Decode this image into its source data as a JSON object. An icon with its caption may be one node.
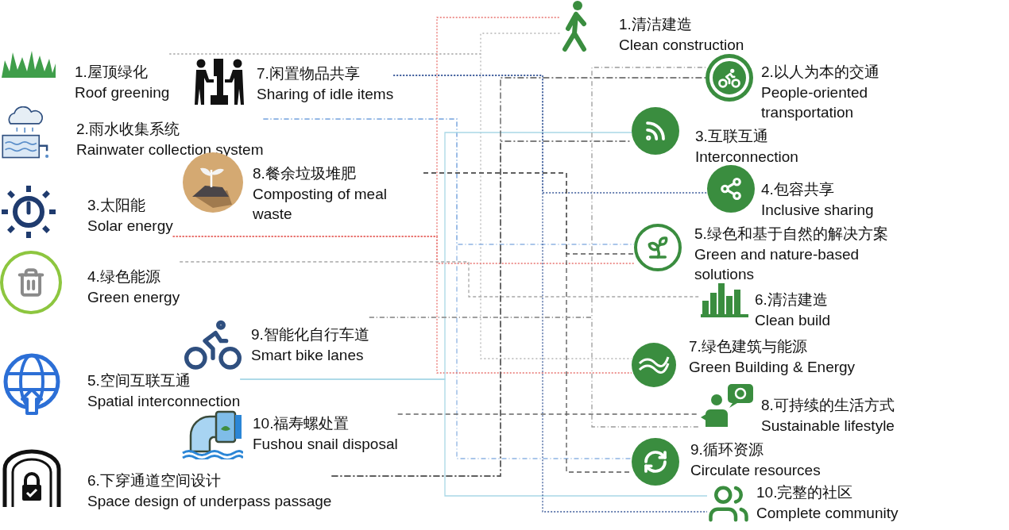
{
  "diagram": {
    "nodes": [
      {
        "text": [
          "1.屋顶绿化",
          "Roof greening"
        ]
      },
      {
        "text": [
          "2.雨水收集系统",
          "Rainwater collection system"
        ]
      },
      {
        "text": [
          "3.太阳能",
          "Solar energy"
        ]
      },
      {
        "text": [
          "4.绿色能源",
          "Green energy"
        ]
      },
      {
        "text": [
          "5.空间互联互通",
          "Spatial interconnection"
        ]
      },
      {
        "text": [
          "6.下穿通道空间设计",
          "Space design of underpass passage"
        ]
      },
      {
        "text": [
          "7.闲置物品共享",
          "Sharing of idle items"
        ]
      },
      {
        "text": [
          "8.餐余垃圾堆肥",
          "Composting of meal waste"
        ]
      },
      {
        "text": [
          "9.智能化自行车道",
          "Smart bike lanes"
        ]
      },
      {
        "text": [
          "10.福寿螺处置",
          "Fushou snail disposal"
        ]
      },
      {
        "text": [
          "1.清洁建造",
          "Clean construction"
        ]
      },
      {
        "text": [
          "2.以人为本的交通",
          "People-oriented transportation"
        ]
      },
      {
        "text": [
          "3.互联互通",
          "Interconnection"
        ]
      },
      {
        "text": [
          "4.包容共享",
          "Inclusive sharing"
        ]
      },
      {
        "text": [
          "5.绿色和基于自然的解决方案",
          "Green and nature-based solutions"
        ]
      },
      {
        "text": [
          "6.清洁建造",
          "Clean build"
        ]
      },
      {
        "text": [
          "7.绿色建筑与能源",
          "Green Building & Energy"
        ]
      },
      {
        "text": [
          "8.可持续的生活方式",
          "Sustainable lifestyle"
        ]
      },
      {
        "text": [
          "9.循环资源",
          "Circulate resources"
        ]
      },
      {
        "text": [
          "10.完整的社区",
          "Complete community"
        ]
      }
    ],
    "edges": [
      {
        "from": 0,
        "to": 10,
        "arrow": "none",
        "style": "dashed",
        "color": "#b5b5b5"
      },
      {
        "from": 0,
        "to": 16,
        "arrow": "none",
        "style": "dashed",
        "color": "#b5b5b5"
      },
      {
        "from": 1,
        "to": 14,
        "arrow": "none",
        "style": "dashed",
        "color": "#8fb4e3"
      },
      {
        "from": 1,
        "to": 18,
        "arrow": "none",
        "style": "dashed",
        "color": "#8fb4e3"
      },
      {
        "from": 2,
        "to": 10,
        "arrow": "none",
        "style": "dashed",
        "color": "#e8736f"
      },
      {
        "from": 2,
        "to": 14,
        "arrow": "none",
        "style": "dashed",
        "color": "#e8736f"
      },
      {
        "from": 2,
        "to": 16,
        "arrow": "none",
        "style": "dashed",
        "color": "#e8736f"
      },
      {
        "from": 3,
        "to": 15,
        "arrow": "none",
        "style": "dashed",
        "color": "#a8a8a8"
      },
      {
        "from": 4,
        "to": 12,
        "arrow": "none",
        "color": "#a9d8e6"
      },
      {
        "from": 4,
        "to": 19,
        "arrow": "none",
        "color": "#a9d8e6"
      },
      {
        "from": 5,
        "to": 11,
        "arrow": "none",
        "style": "dashed",
        "color": "#555555"
      },
      {
        "from": 5,
        "to": 12,
        "arrow": "none",
        "style": "dashed",
        "color": "#555555"
      },
      {
        "from": 6,
        "to": 13,
        "arrow": "none",
        "style": "dashed",
        "color": "#3b5a99"
      },
      {
        "from": 6,
        "to": 19,
        "arrow": "none",
        "style": "dashed",
        "color": "#3b5a99"
      },
      {
        "from": 7,
        "to": 14,
        "arrow": "none",
        "style": "dashed",
        "color": "#555555"
      },
      {
        "from": 7,
        "to": 18,
        "arrow": "none",
        "style": "dashed",
        "color": "#555555"
      },
      {
        "from": 8,
        "to": 11,
        "arrow": "none",
        "style": "dashed",
        "color": "#9a9a9a"
      },
      {
        "from": 8,
        "to": 17,
        "arrow": "none",
        "style": "dashed",
        "color": "#9a9a9a"
      },
      {
        "from": 9,
        "to": 17,
        "arrow": "none",
        "style": "dashed",
        "color": "#666666"
      }
    ]
  }
}
